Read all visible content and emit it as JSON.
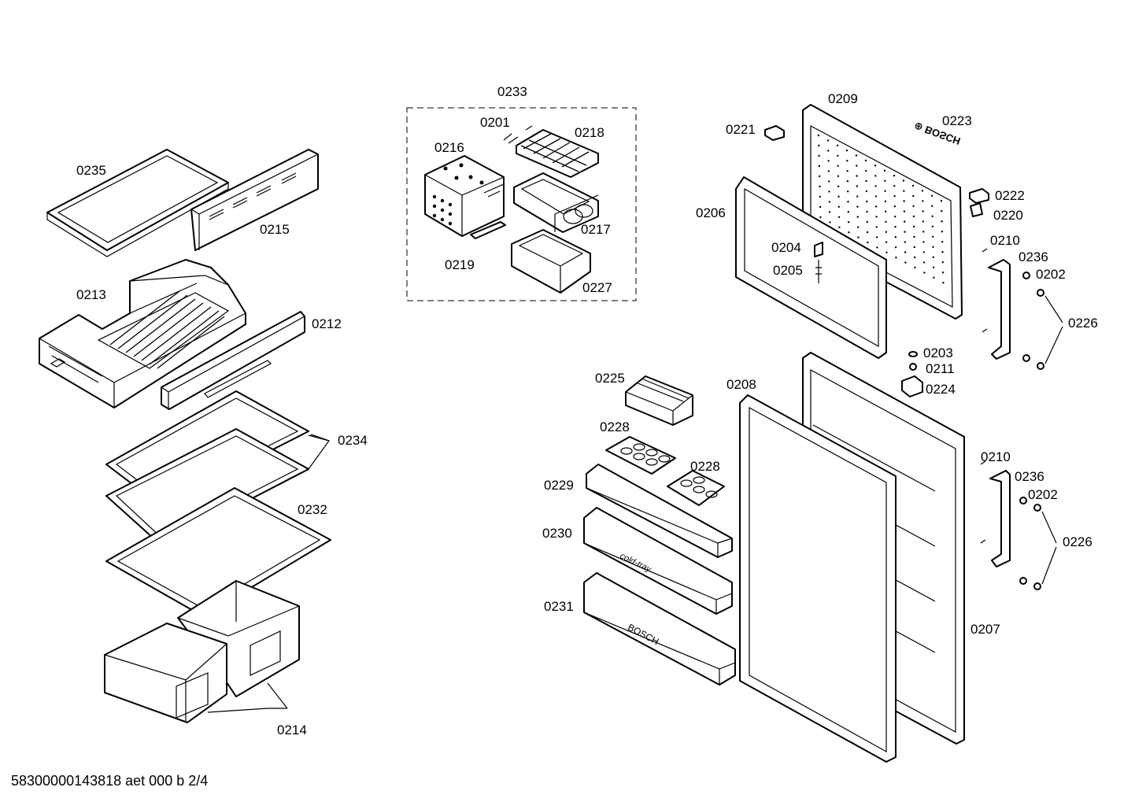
{
  "labels": {
    "p0233": "0233",
    "p0201": "0201",
    "p0218": "0218",
    "p0216": "0216",
    "p0217": "0217",
    "p0219": "0219",
    "p0227": "0227",
    "p0235": "0235",
    "p0215": "0215",
    "p0213": "0213",
    "p0212": "0212",
    "p0234": "0234",
    "p0232": "0232",
    "p0214": "0214",
    "p0209": "0209",
    "p0223": "0223",
    "p0221": "0221",
    "p0206": "0206",
    "p0222": "0222",
    "p0220": "0220",
    "p0210a": "0210",
    "p0236a": "0236",
    "p0202a": "0202",
    "p0204": "0204",
    "p0205": "0205",
    "p0226a": "0226",
    "p0203": "0203",
    "p0211": "0211",
    "p0224": "0224",
    "p0225": "0225",
    "p0208": "0208",
    "p0228a": "0228",
    "p0228b": "0228",
    "p0229": "0229",
    "p0230": "0230",
    "p0231": "0231",
    "p0210b": "0210",
    "p0236b": "0236",
    "p0202b": "0202",
    "p0226b": "0226",
    "p0207": "0207"
  },
  "part_text": {
    "logo": "BOSCH",
    "cold_tray": "cold-tray",
    "brand_mirrored": "⊕ BOSCH"
  },
  "footer": "58300000143818 aet 000 b 2/4"
}
